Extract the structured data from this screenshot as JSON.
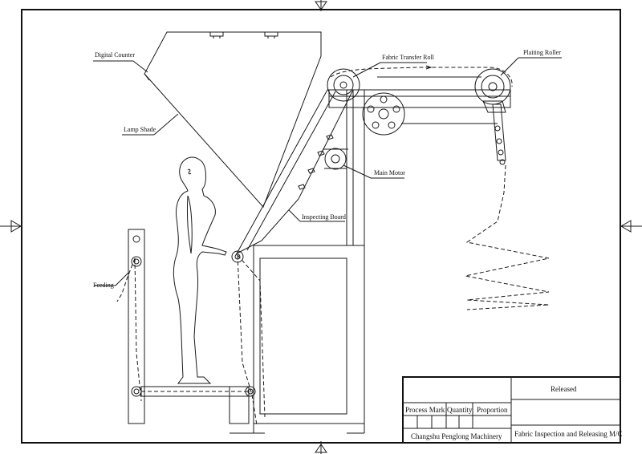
{
  "labels": {
    "digital_counter": "Digital Counter",
    "lamp_shade": "Lamp Shade",
    "fabric_transfer_roll": "Fabric Transfer Roll",
    "plaiting_roller": "Plaiting Roller",
    "main_motor": "Main Motor",
    "inspecting_board": "Inspecting Board",
    "feeding": "Feeding"
  },
  "title_block": {
    "status": "Released",
    "process_mark": "Process Mark",
    "quantity": "Quantity",
    "proportion": "Proportion",
    "drawing_title": "Fabric Inspection and Releasing M/C",
    "company": "Changshu Penglong Machinery"
  }
}
